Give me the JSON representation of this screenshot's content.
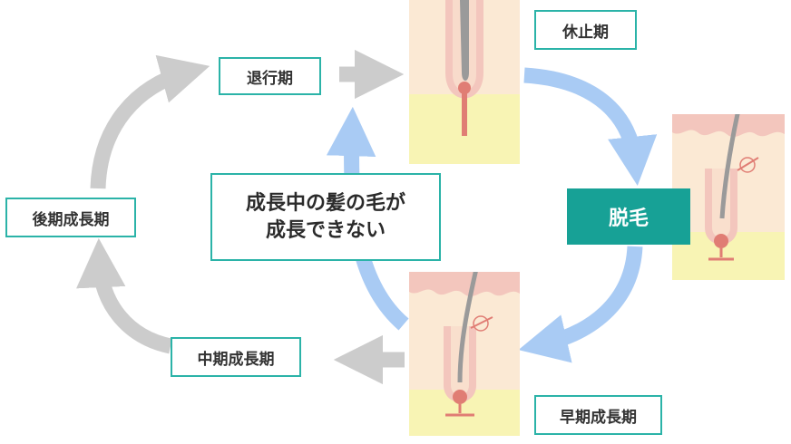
{
  "stages": {
    "regression": "退行期",
    "resting": "休止期",
    "late_growth": "後期成長期",
    "mid_growth": "中期成長期",
    "early_growth": "早期成長期"
  },
  "hair_removal": "脱毛",
  "note": {
    "line1": "成長中の髪の毛が",
    "line2": "成長できない"
  },
  "colors": {
    "accent": "#2bb3a8",
    "accent_fill": "#17a196",
    "gray_arrow": "#cccccc",
    "blue_arrow": "#a9cbf4",
    "skin": "#fbe9d4",
    "skin_surface": "#f3c6bd",
    "fat_layer": "#f8f4b4",
    "hair": "#9a9a9a"
  }
}
